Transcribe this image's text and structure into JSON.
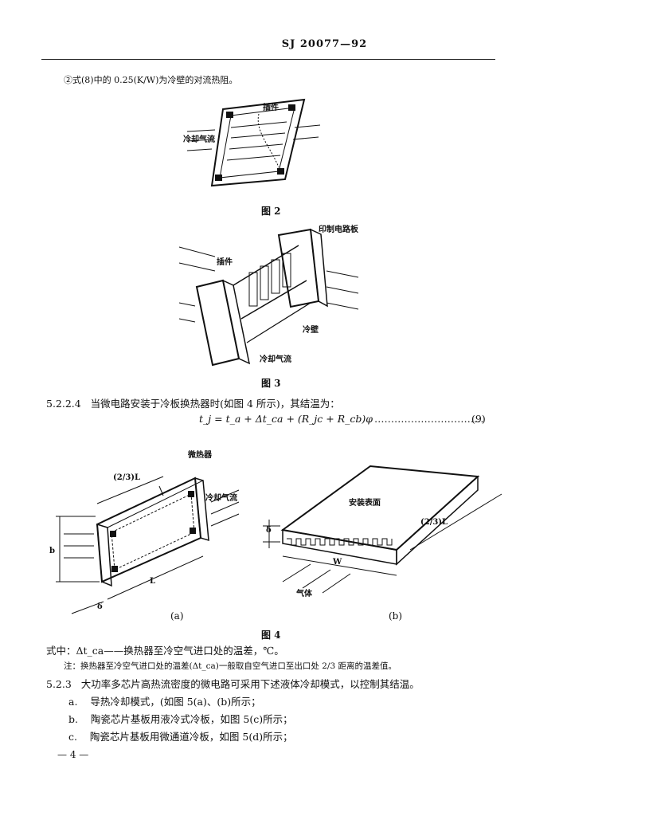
{
  "header": {
    "std_number": "SJ 20077—92"
  },
  "note2": "②式(8)中的 0.25(K/W)为冷壁的对流热阻。",
  "figure2": {
    "caption": "图 2",
    "label_insert": "插件",
    "label_airflow": "冷却气流"
  },
  "figure3": {
    "caption": "图 3",
    "label_pcb": "印制电路板",
    "label_insert": "插件",
    "label_coldwall": "冷壁",
    "label_airflow": "冷却气流"
  },
  "section_5224": {
    "number": "5.2.2.4",
    "text": "当微电路安装于冷板换热器时(如图 4 所示)，其结温为：",
    "formula": "t_j = t_a + Δt_ca + (R_jc + R_cb)φ",
    "dots": "……………………………",
    "eq_number": "(9)"
  },
  "figure4": {
    "caption": "图 4",
    "sub_a": "(a)",
    "sub_b": "(b)",
    "label_heatsink": "微热器",
    "label_dim_23L": "(2/3)L",
    "label_airflow": "冷却气流",
    "label_b": "b",
    "label_L": "L",
    "label_delta": "δ",
    "label_mount": "安装表面",
    "label_W": "W",
    "label_gas": "气体",
    "label_dim_b_23L": "(2/3)L"
  },
  "where": "式中：Δt_ca——换热器至冷空气进口处的温差，℃。",
  "note_small": "注：换热器至冷空气进口处的温差(Δt_ca)一般取自空气进口至出口处 2/3 距离的温差值。",
  "section_523": {
    "number": "5.2.3",
    "text": "大功率多芯片高热流密度的微电路可采用下述液体冷却模式，以控制其结温。"
  },
  "list": [
    {
      "marker": "a.",
      "text": "导热冷却模式，(如图 5(a)、(b)所示；"
    },
    {
      "marker": "b.",
      "text": "陶瓷芯片基板用液冷式冷板，如图 5(c)所示；"
    },
    {
      "marker": "c.",
      "text": "陶瓷芯片基板用微通道冷板，如图 5(d)所示；"
    }
  ],
  "page_number": "— 4 —"
}
